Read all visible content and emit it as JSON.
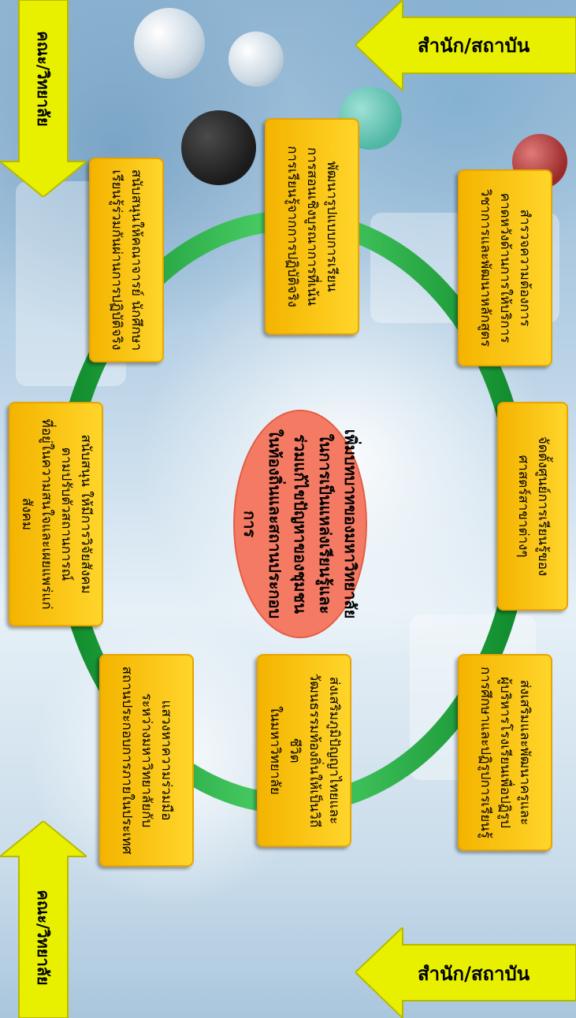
{
  "center": {
    "text": "เพิ่มบทบาทของมหาวิทยาลัย\nในการเป็นแหล่งเรียนรู้และ\nร่วมแก้ไขปัญหาของชุมชน\nในท้องถิ่นและสถานประกอบการ"
  },
  "boxes": {
    "curriculum_survey": "สำรวจความต้องการ\nคาดหวังด้านการให้บริการ\nวิชาการและพัฒนาหลักสูตร",
    "teaching_model": "พัฒนารูปแบบการเรียน\nการสอนเชิงบูรณาการที่เน้น\nการเรียนรู้จากการปฏิบัติจริง",
    "real_practice": "สนับสนุนให้คณาจารย์ นักศึกษา\nเรียนรู้ร่วมกันผ่านการปฏิบัติจริง",
    "learning_center": "จัดตั้งศูนย์การเรียนรู้ของ\nศาสตร์สาขาต่างๆ",
    "research_support": "สนับสนุน ให้มีการวิจัยสังคม\nตามปรับตัวสถานการณ์\nที่อยู่ในความสนใจและเผยแพร่แก่สังคม",
    "teacher_development": "ส่งเสริมและพัฒนาครูและ\nผู้บริหารโรงเรียนเพื่อปฏิรูป\nการศึกษาและปฏิรูปการเรียนรู้",
    "thai_wisdom": "ส่งเสริมภูมิปัญญาไทยและ\nวัฒนธรรมท้องถิ่นให้เป็นวิถีชีวิต\nในมหาวิทยาลัย",
    "cooperation": "แสวงหาความร่วมมือ\nระหว่างมหาวิทยาลัยกับ\nสถานประกอบการภายในประเทศ"
  },
  "arrows": {
    "top_left": "คณะ/วิทยาลัย",
    "top_right": "สำนัก/สถาบัน",
    "bottom_left": "คณะ/วิทยาลัย",
    "bottom_right": "สำนัก/สถาบัน"
  },
  "colors": {
    "box_fill": "#f9c80e",
    "center_fill": "#f47a63",
    "ring": "#1fa63a",
    "arrow": "#e8f000"
  }
}
